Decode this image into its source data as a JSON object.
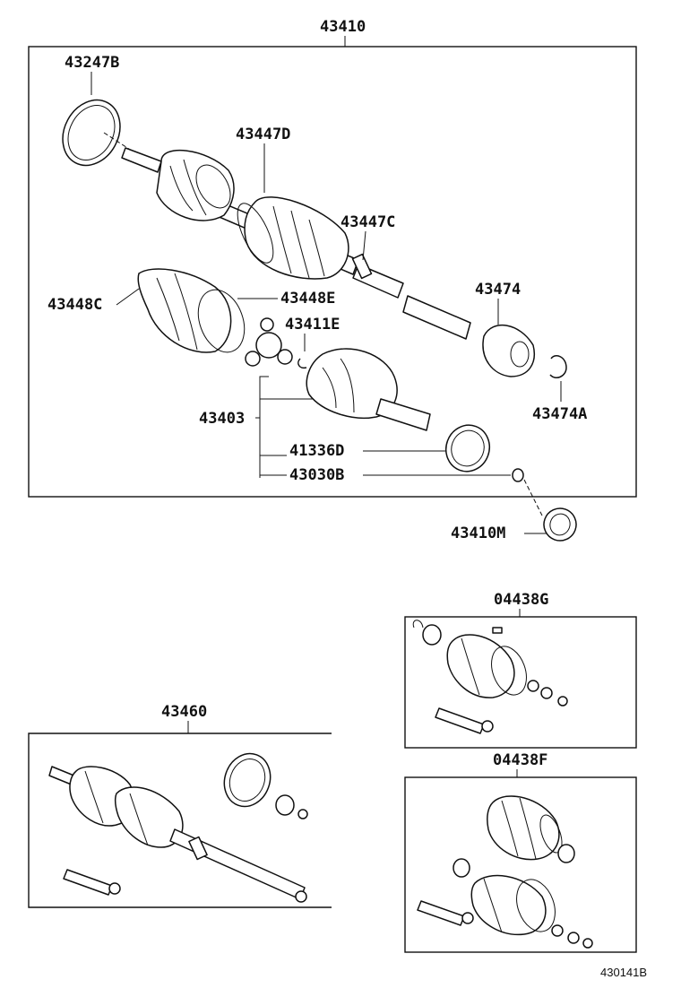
{
  "assemblies": {
    "main": "43410",
    "inboard_kit": "04438G",
    "outboard_kit": "04438F",
    "shaft": "43460"
  },
  "parts": {
    "p43247B": "43247B",
    "p43447D": "43447D",
    "p43447C": "43447C",
    "p43474": "43474",
    "p43448C": "43448C",
    "p43448E": "43448E",
    "p43411E": "43411E",
    "p43474A": "43474A",
    "p43403": "43403",
    "p41336D": "41336D",
    "p43030B": "43030B",
    "p43410M": "43410M"
  },
  "illustration_code": "430141B"
}
